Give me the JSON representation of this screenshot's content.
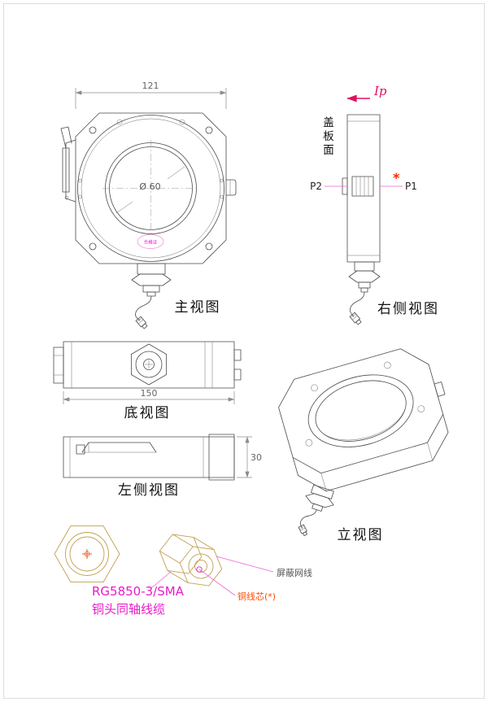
{
  "page": {
    "type": "engineering-drawing"
  },
  "colors": {
    "line": "#4a4a4a",
    "dimension": "#8c8c8c",
    "magenta": "#e81cc8",
    "pink_leader": "#f062d0",
    "red": "#ff2400",
    "crimson": "#e0115f",
    "tan": "#c0a050"
  },
  "front_view": {
    "label": "主视图",
    "width_dim": "121",
    "bore_dim": "Ø 60",
    "cert_tag": "合格证"
  },
  "right_view": {
    "label": "右侧视图",
    "ip": "Ip",
    "cover_chars": [
      "盖",
      "板",
      "面"
    ],
    "p2": "P2",
    "p1": "P1",
    "star": "*"
  },
  "bottom_view": {
    "label": "底视图",
    "length_dim": "150"
  },
  "left_view": {
    "label": "左侧视图",
    "height_dim": "30"
  },
  "iso_view": {
    "label": "立视图"
  },
  "cable_detail": {
    "model": "RG5850-3/SMA",
    "name": "铜头同轴线缆",
    "shield_label": "屏蔽网线",
    "core_label": "铜线芯(*)"
  }
}
